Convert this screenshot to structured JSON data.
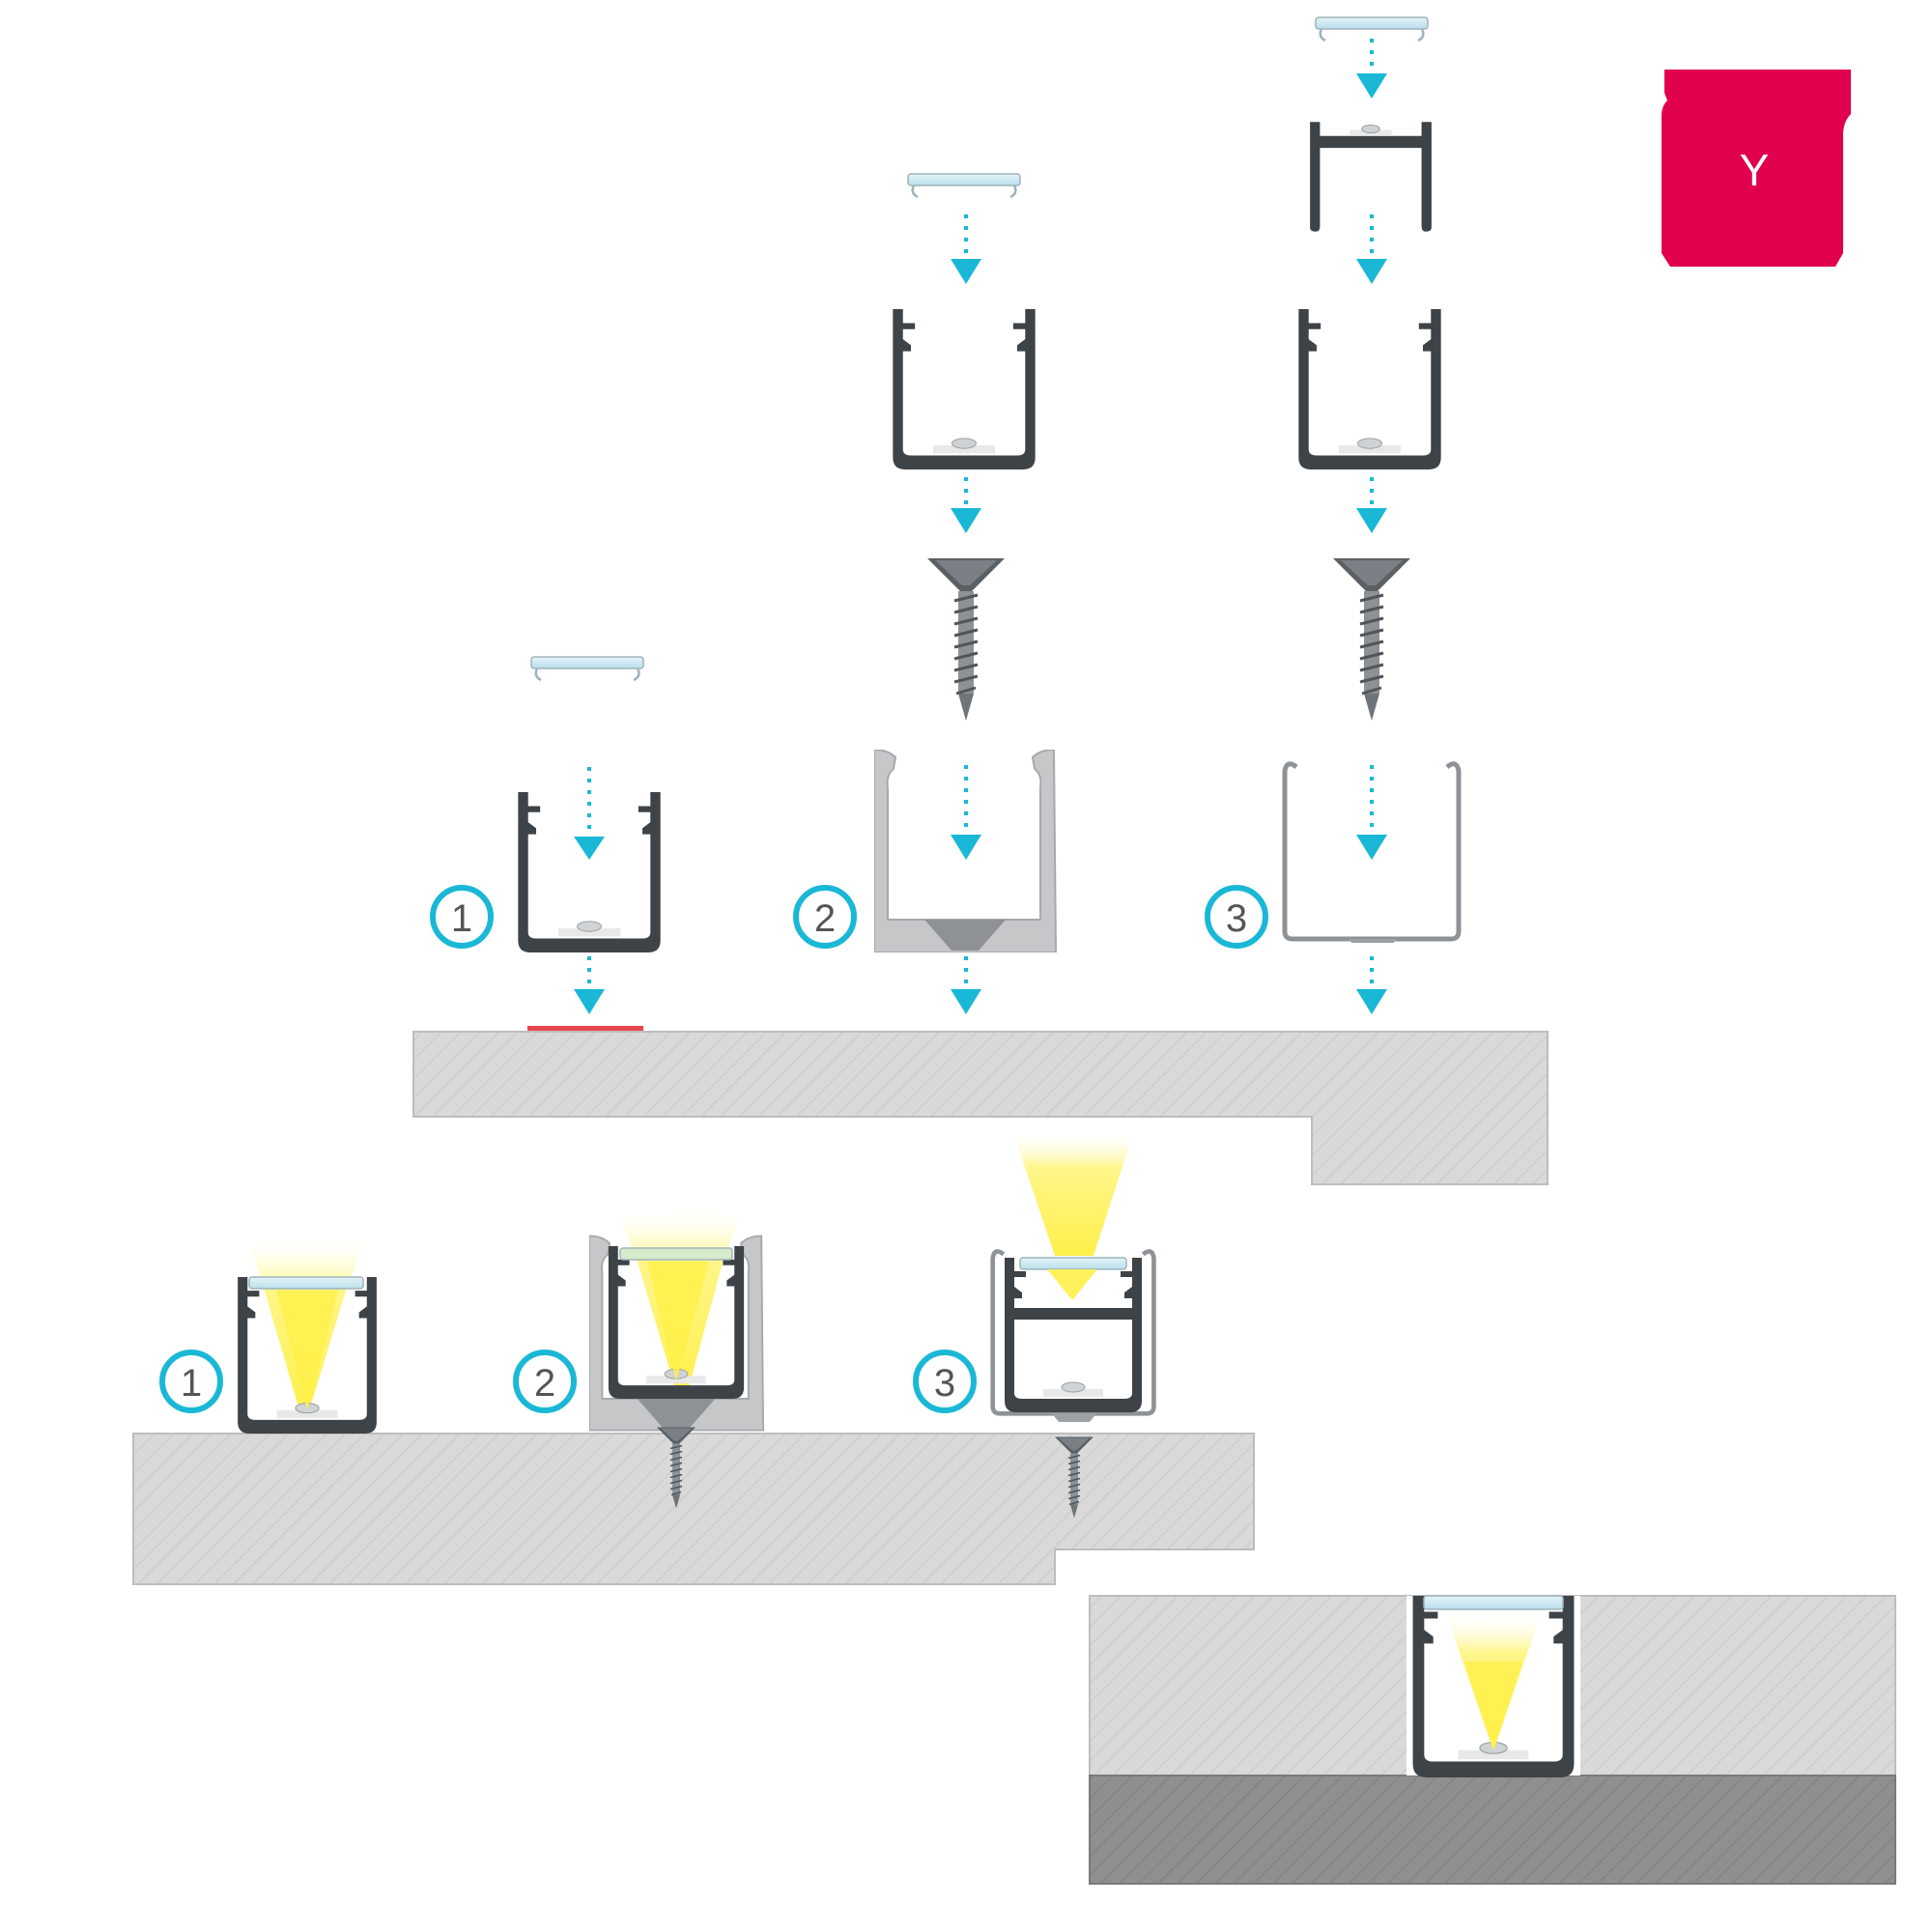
{
  "badge": {
    "letter": "Y",
    "color": "#e0004d"
  },
  "steps": [
    {
      "number": "1"
    },
    {
      "number": "2"
    },
    {
      "number": "3"
    }
  ],
  "installed": [
    {
      "number": "1"
    },
    {
      "number": "2"
    },
    {
      "number": "3"
    }
  ],
  "colors": {
    "accent": "#1ab8d6",
    "profile": "#3e4348",
    "surface": "#d9d9d9",
    "surface_dark": "#8f8f8f",
    "adhesive": "#e8454f",
    "diffuser": "#cfe9f2",
    "light": "#fff04a"
  }
}
